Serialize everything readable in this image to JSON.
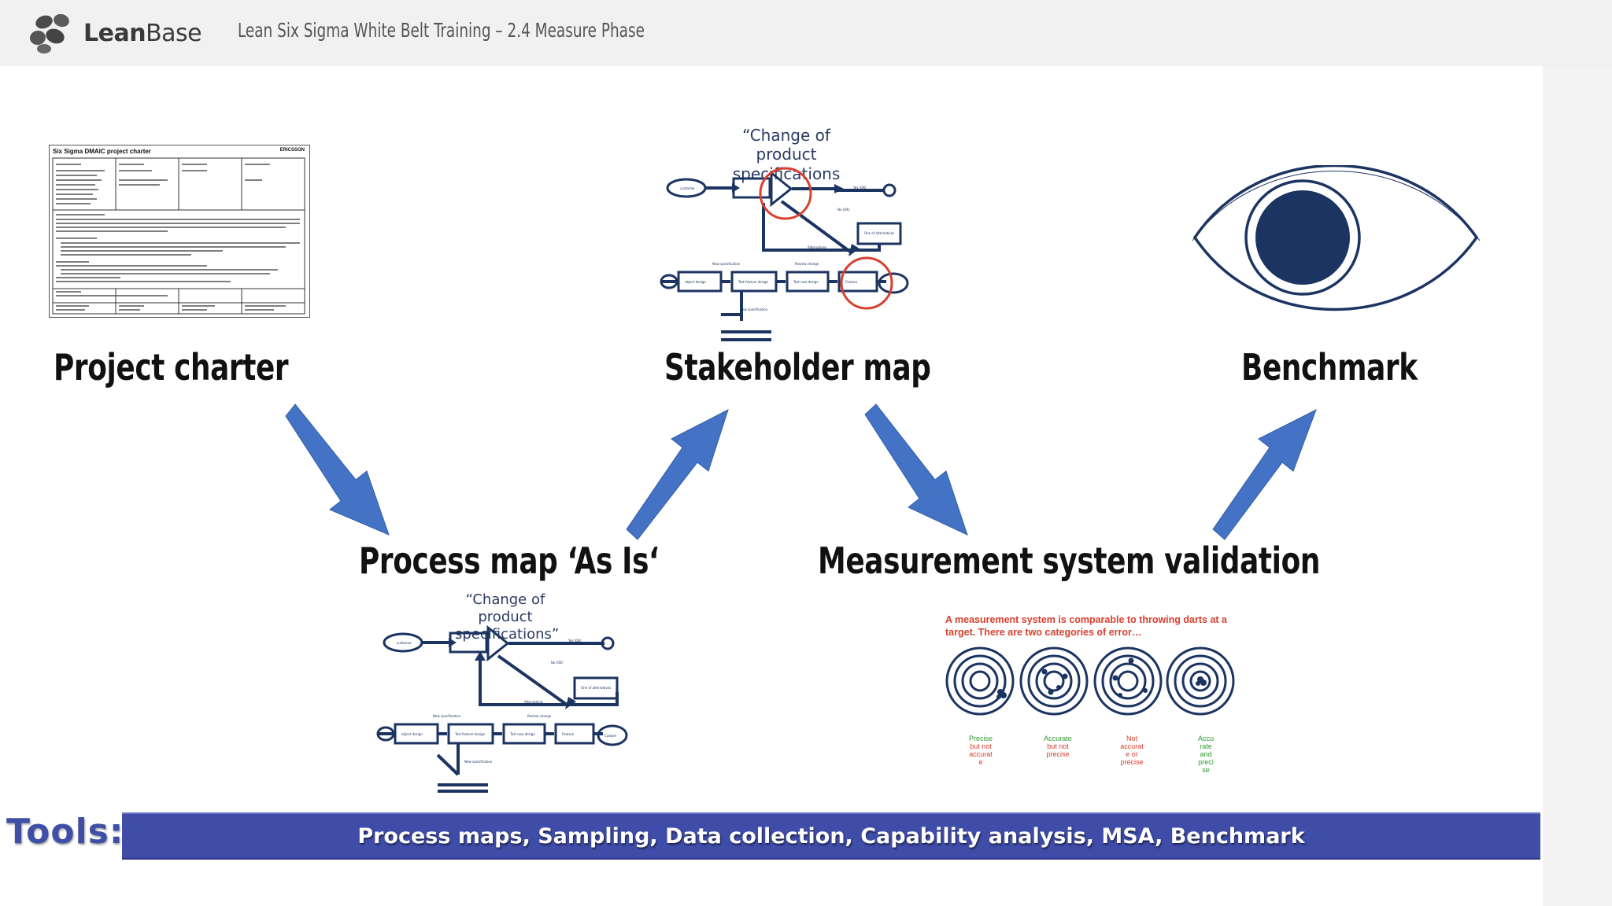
{
  "header": {
    "logo_light": "Lean",
    "logo_bold": "Base",
    "course_title": "Lean Six Sigma White Belt Training – 2.4 Measure Phase"
  },
  "steps": {
    "project_charter": "Project charter",
    "process_map": "Process map ‘As Is‘",
    "stakeholder_map": "Stakeholder map",
    "measurement_validation": "Measurement system validation",
    "benchmark": "Benchmark"
  },
  "charter_doc": {
    "title": "Six Sigma DMAIC project charter",
    "brand": "ERICSSON"
  },
  "quotes": {
    "stakeholder": "“Change of product specifications",
    "process": "“Change of product specifications”"
  },
  "msa": {
    "intro": "A measurement system is comparable to throwing darts at a target.  There are two categories of error…",
    "targets": [
      {
        "line1": "Precise",
        "line2": "but not",
        "line3": "accurat",
        "line4": "e"
      },
      {
        "line1": "Accurate",
        "line2": "but not",
        "line3": "precise",
        "line4": ""
      },
      {
        "line1": "Not",
        "line2": "accurat",
        "line3": "e or",
        "line4": "precise"
      },
      {
        "line1": "Accu",
        "line2": "rate",
        "line3": "and",
        "line4": "preci"
      }
    ],
    "last_extra": "se",
    "colors": {
      "green": "#2e9a2e",
      "red": "#d8402f"
    }
  },
  "tools": {
    "label": "Tools:",
    "list": "Process maps, Sampling, Data collection, Capability analysis, MSA, Benchmark"
  },
  "colors": {
    "arrow": "#4472c4",
    "navy": "#1c3461",
    "tools_bar": "#3f4ca8"
  }
}
